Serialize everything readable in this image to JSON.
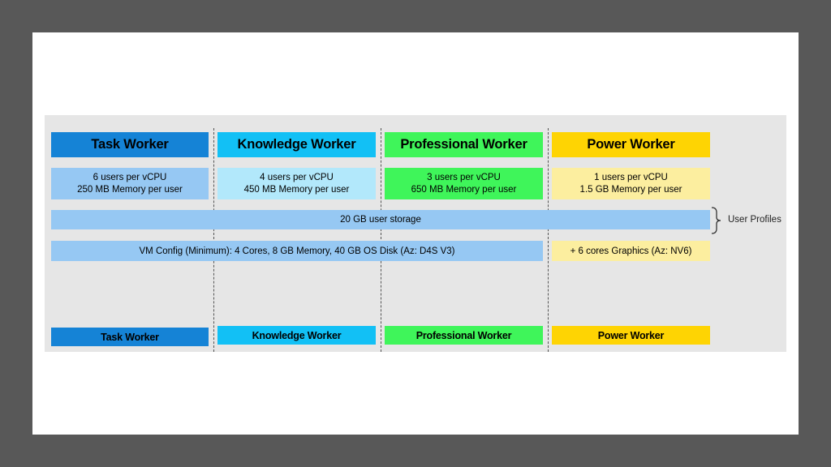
{
  "columns": [
    {
      "title": "Task Worker",
      "users": "6 users per vCPU",
      "memory": "250 MB Memory per user",
      "footer": "Task Worker"
    },
    {
      "title": "Knowledge Worker",
      "users": "4 users per vCPU",
      "memory": "450 MB Memory per user",
      "footer": "Knowledge Worker"
    },
    {
      "title": "Professional Worker",
      "users": "3 users per vCPU",
      "memory": "650 MB Memory per user",
      "footer": "Professional Worker"
    },
    {
      "title": "Power Worker",
      "users": "1 users per vCPU",
      "memory": "1.5 GB Memory per user",
      "footer": "Power Worker"
    }
  ],
  "storage_bar": "20 GB user storage",
  "user_profiles_label": "User Profiles",
  "vm_config_bar": "VM Config (Minimum): 4 Cores, 8 GB Memory, 40 GB OS Disk (Az: D4S V3)",
  "graphics_bar": "+ 6 cores Graphics (Az: NV6)",
  "colors": {
    "task_header": "#1583d6",
    "task_info": "#96c8f3",
    "knowledge_header": "#12c0f5",
    "knowledge_info": "#b2e8fb",
    "professional_header": "#3ff55a",
    "professional_info": "#3ff55a",
    "power_header": "#fed403",
    "power_info": "#fcee9f",
    "storage_bar": "#96c8f3",
    "vm_bar": "#96c8f3",
    "graphics_bar": "#fcee9f"
  }
}
